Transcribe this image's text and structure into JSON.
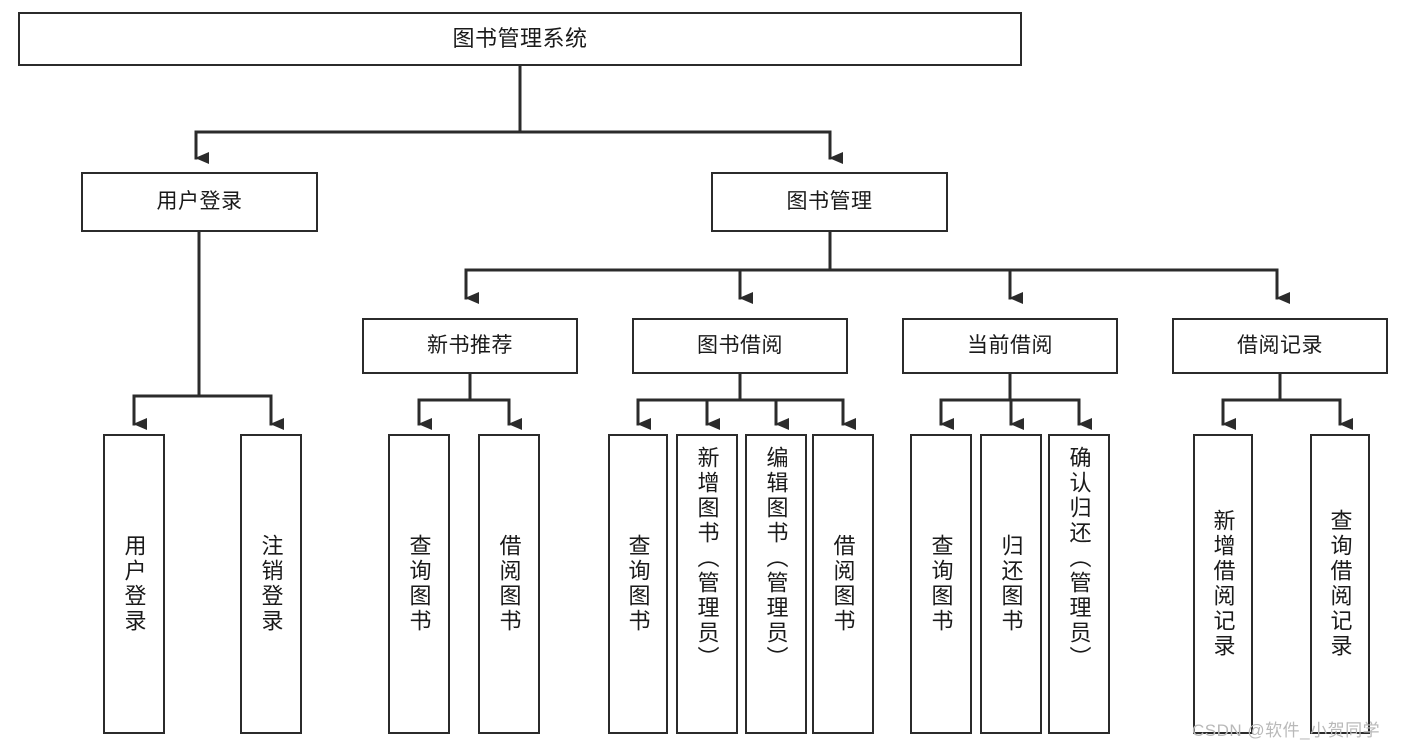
{
  "diagram": {
    "type": "tree-hierarchy",
    "title": "图书管理系统",
    "root": {
      "label": "图书管理系统"
    },
    "level2": [
      {
        "label": "用户登录"
      },
      {
        "label": "图书管理"
      }
    ],
    "level3": [
      {
        "label": "新书推荐"
      },
      {
        "label": "图书借阅"
      },
      {
        "label": "当前借阅"
      },
      {
        "label": "借阅记录"
      }
    ],
    "leaves": {
      "user_login": [
        {
          "label": "用户登录"
        },
        {
          "label": "注销登录"
        }
      ],
      "new_book_recommend": [
        {
          "label": "查询图书"
        },
        {
          "label": "借阅图书"
        }
      ],
      "book_borrow": [
        {
          "label": "查询图书"
        },
        {
          "label": "新增图书（管理员）"
        },
        {
          "label": "编辑图书（管理员）"
        },
        {
          "label": "借阅图书"
        }
      ],
      "current_borrow": [
        {
          "label": "查询图书"
        },
        {
          "label": "归还图书"
        },
        {
          "label": "确认归还（管理员）"
        }
      ],
      "borrow_record": [
        {
          "label": "新增借阅记录"
        },
        {
          "label": "查询借阅记录"
        }
      ]
    }
  },
  "watermark": {
    "text": "CSDN @软件_小贺同学"
  },
  "colors": {
    "box_border": "#2b2b2b",
    "box_fill": "#ffffff",
    "edge": "#2b2b2b",
    "text": "#1a1a1a",
    "watermark": "#b9b9b9"
  }
}
